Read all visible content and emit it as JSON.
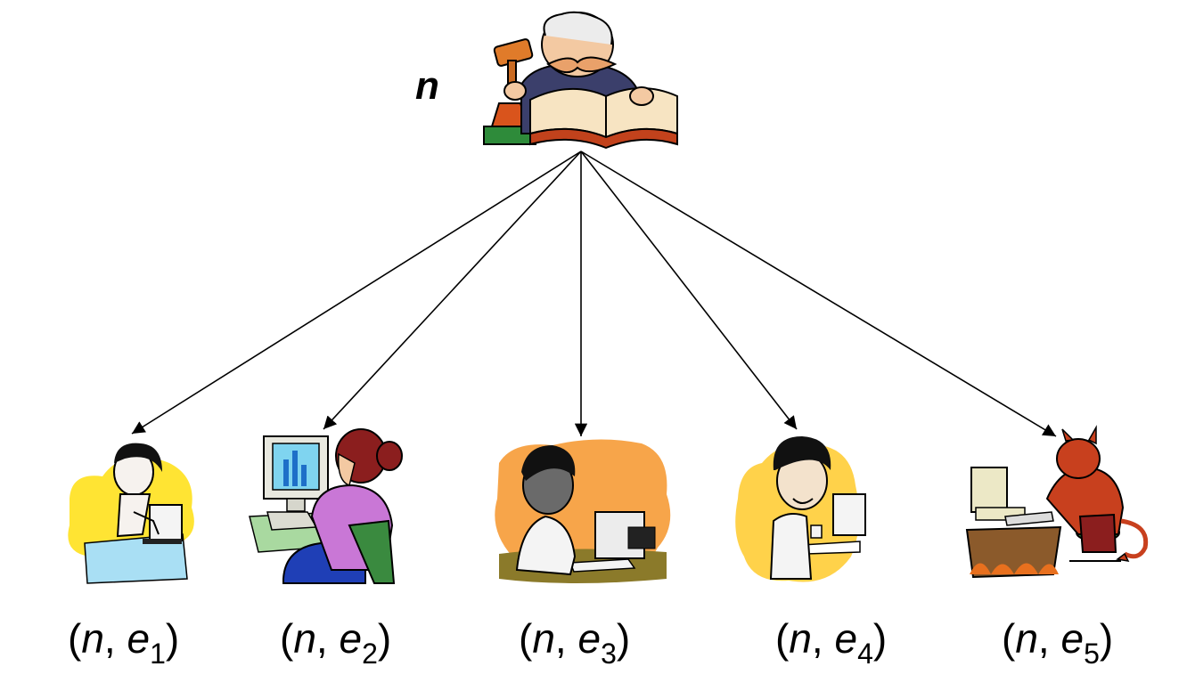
{
  "root": {
    "label": "n",
    "icon": "judge-with-gavel-and-book-icon"
  },
  "children": [
    {
      "var": "n",
      "sep": ", ",
      "sym": "e",
      "sub": "1",
      "icon": "child-at-computer-icon"
    },
    {
      "var": "n",
      "sep": ", ",
      "sym": "e",
      "sub": "2",
      "icon": "woman-at-computer-icon"
    },
    {
      "var": "n",
      "sep": ", ",
      "sym": "e",
      "sub": "3",
      "icon": "man-at-computer-icon"
    },
    {
      "var": "n",
      "sep": ", ",
      "sym": "e",
      "sub": "4",
      "icon": "man-with-mug-at-computer-icon"
    },
    {
      "var": "n",
      "sep": ", ",
      "sym": "e",
      "sub": "5",
      "icon": "devil-at-computer-icon"
    }
  ],
  "colors": {
    "edge": "#000000",
    "yellow_blob": "#FFE433",
    "orange_blob": "#F7A54A",
    "light_blue": "#A9DFF4",
    "purple": "#C977D6",
    "devil_red": "#C8401E"
  }
}
